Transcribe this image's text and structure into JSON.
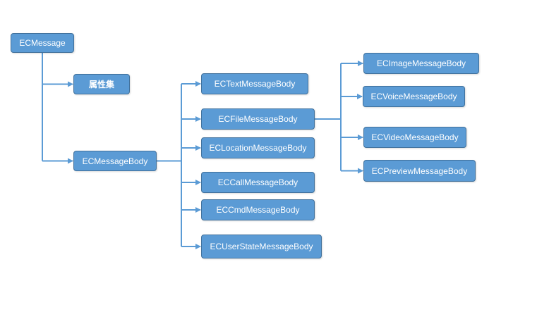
{
  "colors": {
    "node_fill": "#5b9bd5",
    "node_border": "#41719c",
    "connector": "#5b9bd5",
    "text": "#ffffff"
  },
  "nodes": {
    "ec_message": "ECMessage",
    "attribute_set": "属性集",
    "ec_message_body": "ECMessageBody",
    "ec_text_message_body": "ECTextMessageBody",
    "ec_file_message_body": "ECFileMessageBody",
    "ec_location_message_body": "ECLocationMessageBody",
    "ec_call_message_body": "ECCallMessageBody",
    "ec_cmd_message_body": "ECCmdMessageBody",
    "ec_user_state_message_body": "ECUserStateMessageBody",
    "ec_image_message_body": "ECImageMessageBody",
    "ec_voice_message_body": "ECVoiceMessageBody",
    "ec_video_message_body": "ECVideoMessageBody",
    "ec_preview_message_body": "ECPreviewMessageBody"
  },
  "edges": [
    [
      "ec_message",
      "attribute_set"
    ],
    [
      "ec_message",
      "ec_message_body"
    ],
    [
      "ec_message_body",
      "ec_text_message_body"
    ],
    [
      "ec_message_body",
      "ec_file_message_body"
    ],
    [
      "ec_message_body",
      "ec_location_message_body"
    ],
    [
      "ec_message_body",
      "ec_call_message_body"
    ],
    [
      "ec_message_body",
      "ec_cmd_message_body"
    ],
    [
      "ec_message_body",
      "ec_user_state_message_body"
    ],
    [
      "ec_file_message_body",
      "ec_image_message_body"
    ],
    [
      "ec_file_message_body",
      "ec_voice_message_body"
    ],
    [
      "ec_file_message_body",
      "ec_video_message_body"
    ],
    [
      "ec_file_message_body",
      "ec_preview_message_body"
    ]
  ]
}
